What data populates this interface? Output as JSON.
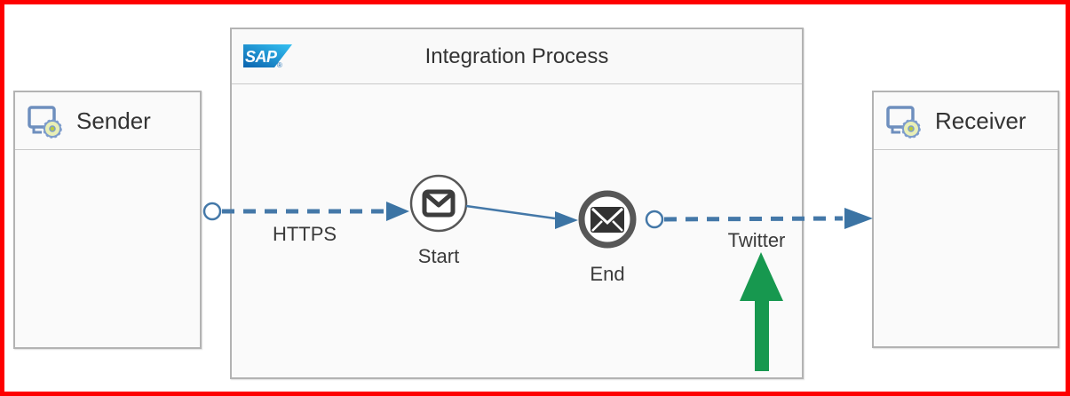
{
  "diagram": {
    "sender": {
      "label": "Sender"
    },
    "receiver": {
      "label": "Receiver"
    },
    "process": {
      "title": "Integration Process",
      "logo_text": "SAP",
      "logo_registered": "®"
    },
    "flow": {
      "start_event_label": "Start",
      "end_event_label": "End",
      "sender_channel_label": "HTTPS",
      "receiver_channel_label": "Twitter"
    },
    "colors": {
      "frame_red": "#fe0000",
      "connector_blue": "#4478a8",
      "event_stroke_gray": "#575757",
      "envelope_dark": "#333333",
      "annotation_green": "#17984f",
      "box_border_gray": "#b3b3b3",
      "box_fill": "#fafafa"
    }
  }
}
